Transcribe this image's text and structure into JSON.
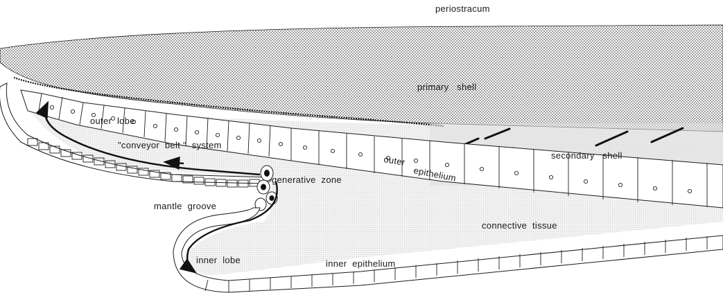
{
  "labels": {
    "periostracum": "periostracum",
    "primary_shell": "primary   shell",
    "secondary_shell": "secondary   shell",
    "outer_lobe": "outer  lobe",
    "conveyor_belt": "\"conveyor  belt \"  system",
    "outer_epithelium_1": "outer",
    "outer_epithelium_2": "epithelium",
    "generative_zone": "generative  zone",
    "mantle_groove": "mantle  groove",
    "connective_tissue": "connective  tissue",
    "inner_lobe": "inner  lobe",
    "inner_epithelium": "inner  epithelium"
  },
  "colors": {
    "stipple": "#6a6a6a",
    "tissue": "#e6e6e6",
    "outline": "#1a1a1a"
  }
}
